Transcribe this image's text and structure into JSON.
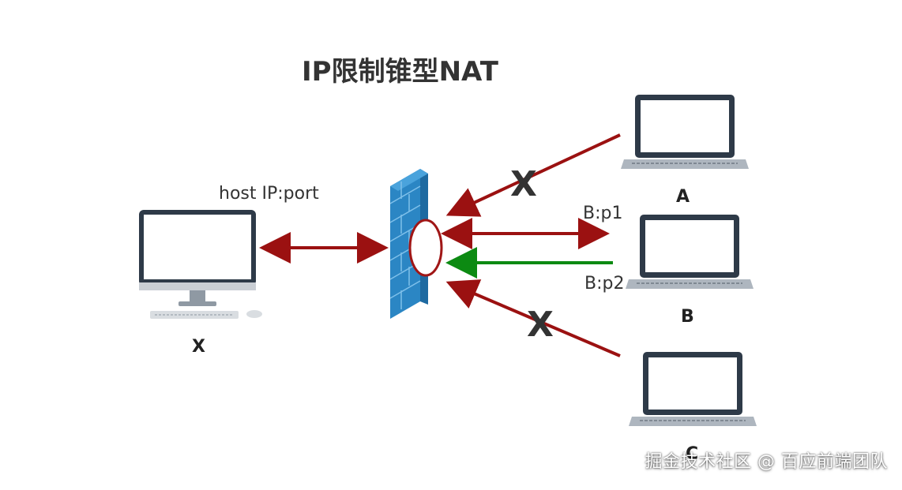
{
  "diagram": {
    "title": "IP限制锥型NAT",
    "host_label": "host IP:port",
    "nodes": {
      "x": {
        "label": "X"
      },
      "a": {
        "label": "A"
      },
      "b": {
        "label": "B"
      },
      "c": {
        "label": "C"
      }
    },
    "ports": {
      "p1": "B:p1",
      "p2": "B:p2"
    },
    "blocked_marks": {
      "a": "X",
      "c": "X"
    },
    "colors": {
      "red_arrow": "#9b1111",
      "green_arrow": "#0c8a12",
      "firewall_blue": "#2b86c4",
      "firewall_dark": "#1e6aa1",
      "hole_stroke": "#a01616",
      "monitor_dark": "#2e3a48",
      "keyboard_gray": "#aeb6bf"
    }
  },
  "watermark": "掘金技术社区 @ 百应前端团队"
}
